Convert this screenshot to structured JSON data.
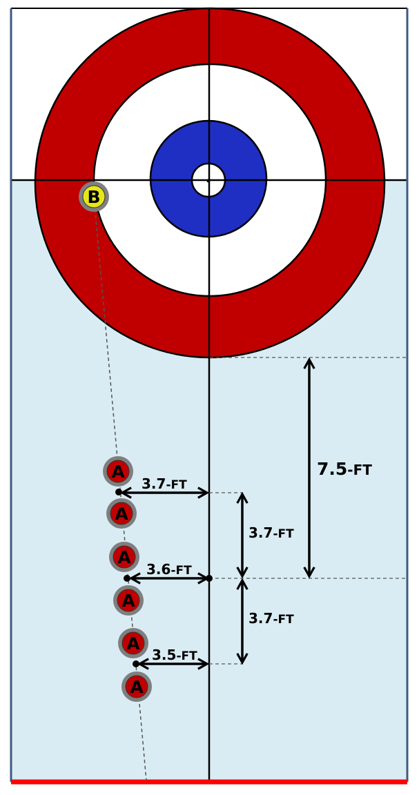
{
  "colors": {
    "house_red": "#c00000",
    "house_white": "#ffffff",
    "house_blue": "#1f2fc4",
    "ice": "#daecf3",
    "border": "#3d5a80",
    "back_line": "#ff0000",
    "stone_red": "#c00000",
    "stone_yellow": "#e6e619",
    "stone_rim": "#7f7f7f"
  },
  "stones": {
    "b_label": "B",
    "a_label": "A"
  },
  "dimensions": {
    "a1_offset": {
      "value": "3.7",
      "unit": "-FT"
    },
    "a2_offset": {
      "value": "3.6",
      "unit": "-FT"
    },
    "a3_offset": {
      "value": "3.5",
      "unit": "-FT"
    },
    "spacing_upper": {
      "value": "3.7",
      "unit": "-FT"
    },
    "spacing_lower": {
      "value": "3.7",
      "unit": "-FT"
    },
    "total": {
      "value": "7.5",
      "unit": "-FT"
    }
  }
}
